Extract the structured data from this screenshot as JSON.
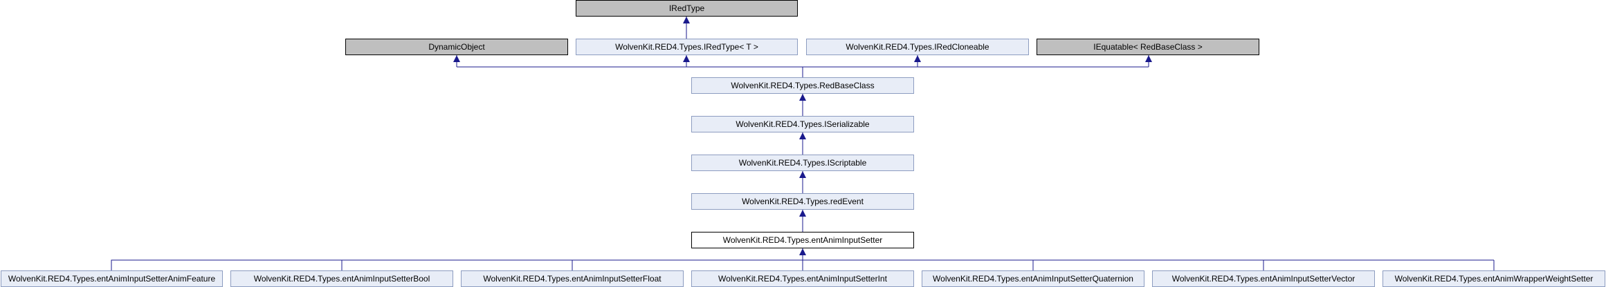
{
  "nodes": {
    "iredtype": "IRedType",
    "dynamicobject": "DynamicObject",
    "iredtype_t": "WolvenKit.RED4.Types.IRedType< T >",
    "iredcloneable": "WolvenKit.RED4.Types.IRedCloneable",
    "iequatable": "IEquatable< RedBaseClass >",
    "redbaseclass": "WolvenKit.RED4.Types.RedBaseClass",
    "iserializable": "WolvenKit.RED4.Types.ISerializable",
    "iscriptable": "WolvenKit.RED4.Types.IScriptable",
    "redevent": "WolvenKit.RED4.Types.redEvent",
    "entaniminputsetter": "WolvenKit.RED4.Types.entAnimInputSetter"
  },
  "children": [
    "WolvenKit.RED4.Types.entAnimInputSetterAnimFeature",
    "WolvenKit.RED4.Types.entAnimInputSetterBool",
    "WolvenKit.RED4.Types.entAnimInputSetterFloat",
    "WolvenKit.RED4.Types.entAnimInputSetterInt",
    "WolvenKit.RED4.Types.entAnimInputSetterQuaternion",
    "WolvenKit.RED4.Types.entAnimInputSetterVector",
    "WolvenKit.RED4.Types.entAnimWrapperWeightSetter"
  ],
  "colors": {
    "edge": "#1a1a8c",
    "gray_fill": "#bfbfbf",
    "doc_fill": "#e8edf7",
    "doc_border": "#8c9cc0"
  }
}
